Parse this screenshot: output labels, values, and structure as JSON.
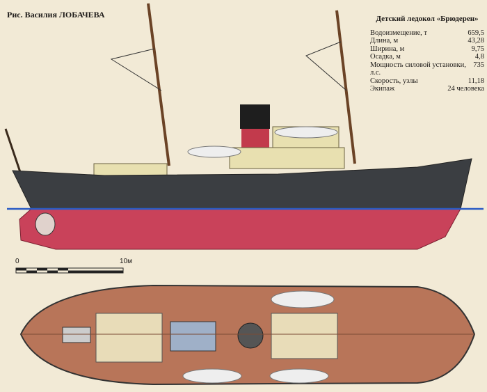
{
  "caption": "Рис. Василия ЛОБАЧЕВА",
  "specs": {
    "title": "Детский ледокол «Брюдерен»",
    "rows": [
      {
        "label": "Водоизмещение, т",
        "value": "659,5"
      },
      {
        "label": "Длина, м",
        "value": "43,28"
      },
      {
        "label": "Ширина, м",
        "value": "9,75"
      },
      {
        "label": "Осадка, м",
        "value": "4,8"
      },
      {
        "label": "Мощность силовой установки, л.с.",
        "value": "735"
      },
      {
        "label": "Скорость, узлы",
        "value": "11,18"
      },
      {
        "label": "Экипаж",
        "value": "24 человека"
      }
    ]
  },
  "scale": {
    "start": "0",
    "end": "10м"
  },
  "colors": {
    "hull": "#3b3e42",
    "underwater": "#c9425a",
    "waterline": "#2a5bc4",
    "deck": "#b87559",
    "superstructure": "#e8e0b0"
  }
}
